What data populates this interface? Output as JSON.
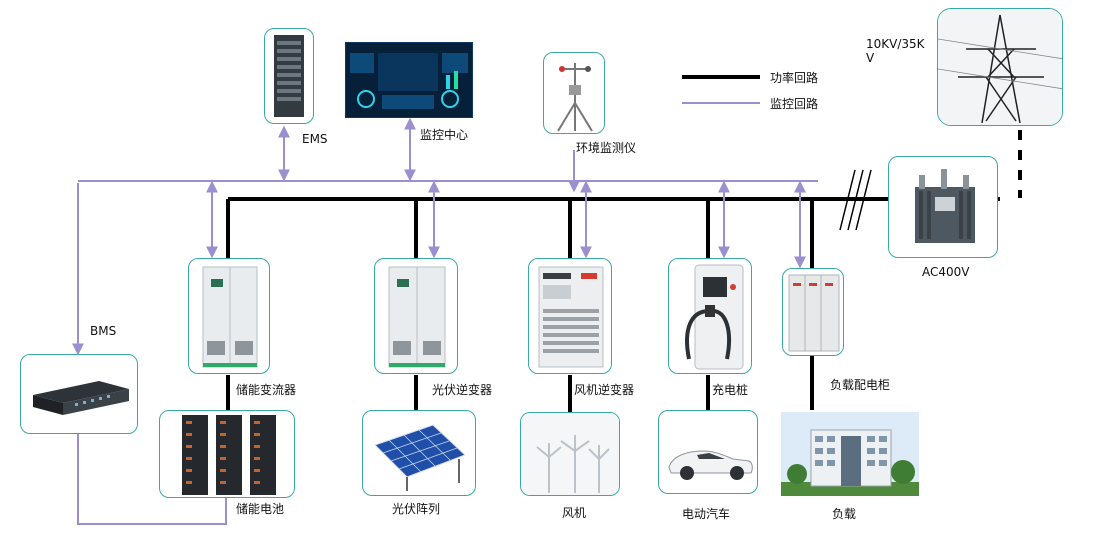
{
  "legend": {
    "power": "功率回路",
    "monitor": "监控回路"
  },
  "colors": {
    "power_line": "#000000",
    "monitor_line": "#9b8fd0",
    "box_border": "#3aa9a6"
  },
  "nodes": {
    "ems": "EMS",
    "monitor_center": "监控中心",
    "env_monitor": "环境监测仪",
    "grid": "10KV/35KV",
    "transformer": "AC400V",
    "bms": "BMS",
    "pcs": "储能变流器",
    "battery": "储能电池",
    "pv_inverter": "光伏逆变器",
    "pv_array": "光伏阵列",
    "wind_inverter": "风机逆变器",
    "wind": "风机",
    "charger": "充电桩",
    "ev": "电动汽车",
    "load_cabinet": "负载配电柜",
    "load": "负载"
  }
}
